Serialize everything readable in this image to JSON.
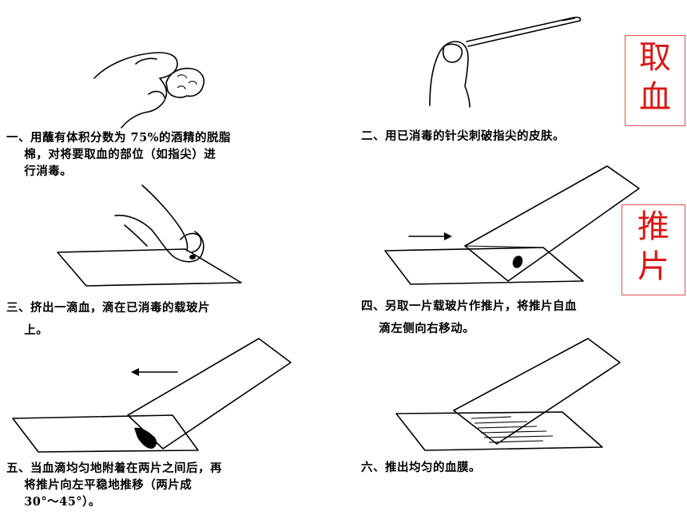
{
  "labels": {
    "sampling": "取\n血",
    "smearing": "推\n片"
  },
  "steps": [
    {
      "text": "一、用蘸有体积分数为 75%的酒精的脱脂\n    棉，对将要取血的部位（如指尖）进\n    行消毒。"
    },
    {
      "text": "二、用已消毒的针尖刺破指尖的皮肤。"
    },
    {
      "text": "三、挤出一滴血，滴在已消毒的载玻片\n    上。"
    },
    {
      "text": "四、另取一片载玻片作推片，将推片自血\n    滴左侧向右移动。"
    },
    {
      "text": "五、当血滴均匀地附着在两片之间后，再\n    将推片向左平稳地推移（两片成\n    30°～45°）。"
    },
    {
      "text": "六、推出均匀的血膜。"
    }
  ],
  "colors": {
    "label_red": "#d81818",
    "label_border": "#e05050"
  }
}
